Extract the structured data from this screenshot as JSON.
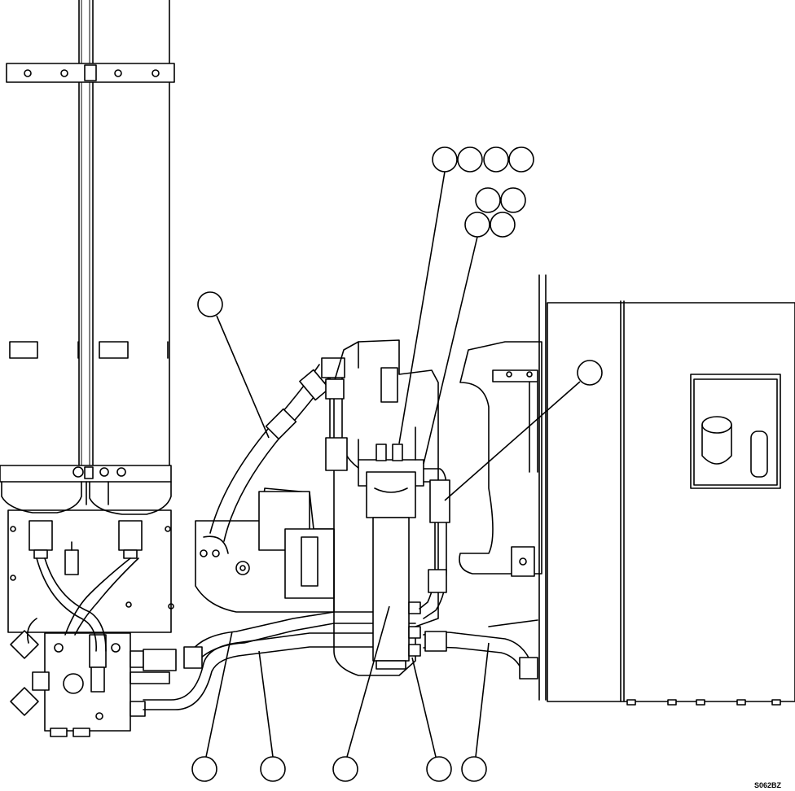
{
  "figure": {
    "code": "S062BZ"
  },
  "callouts": {
    "top_group": [
      {
        "id": "callout-top-1",
        "label": ""
      },
      {
        "id": "callout-top-2",
        "label": ""
      },
      {
        "id": "callout-top-3",
        "label": ""
      },
      {
        "id": "callout-top-4",
        "label": ""
      }
    ],
    "mid_group": [
      {
        "id": "callout-mid-1",
        "label": ""
      },
      {
        "id": "callout-mid-2",
        "label": ""
      },
      {
        "id": "callout-mid-3",
        "label": ""
      },
      {
        "id": "callout-mid-4",
        "label": ""
      }
    ],
    "left_hose": {
      "label": ""
    },
    "right_hose": {
      "label": ""
    },
    "bottom_row": [
      {
        "id": "callout-bottom-1",
        "label": ""
      },
      {
        "id": "callout-bottom-2",
        "label": ""
      },
      {
        "id": "callout-bottom-3",
        "label": ""
      },
      {
        "id": "callout-bottom-4",
        "label": ""
      },
      {
        "id": "callout-bottom-5",
        "label": ""
      }
    ]
  }
}
